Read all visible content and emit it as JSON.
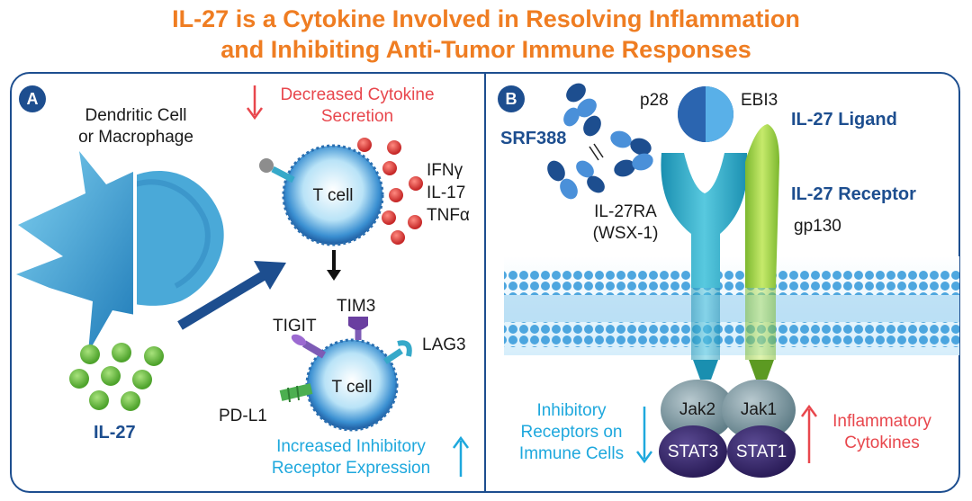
{
  "title": {
    "line1": "IL-27 is a Cytokine Involved in Resolving Inflammation",
    "line2": "and Inhibiting Anti-Tumor Immune Responses"
  },
  "panel_a": {
    "badge": "A",
    "cell_label_1": "Dendritic Cell",
    "cell_label_2": "or Macrophage",
    "il27_label": "IL-27",
    "decreased_1": "Decreased Cytokine",
    "decreased_2": "Secretion",
    "tcell_top": "T cell",
    "tcell_bottom": "T cell",
    "cytokines": [
      "IFNγ",
      "IL-17",
      "TNFα"
    ],
    "receptors": {
      "tigit": "TIGIT",
      "tim3": "TIM3",
      "lag3": "LAG3",
      "pdl1": "PD-L1"
    },
    "increased_1": "Increased Inhibitory",
    "increased_2": "Receptor Expression"
  },
  "panel_b": {
    "badge": "B",
    "antibody": "SRF388",
    "p28": "p28",
    "ebi3": "EBI3",
    "ligand": "IL-27 Ligand",
    "receptor": "IL-27 Receptor",
    "gp130": "gp130",
    "il27ra_1": "IL-27RA",
    "il27ra_2": "(WSX-1)",
    "jak2": "Jak2",
    "jak1": "Jak1",
    "stat3": "STAT3",
    "stat1": "STAT1",
    "inhibitory_1": "Inhibitory",
    "inhibitory_2": "Receptors on",
    "inhibitory_3": "Immune Cells",
    "inflammatory_1": "Inflammatory",
    "inflammatory_2": "Cytokines"
  },
  "colors": {
    "title": "#ef7d22",
    "frame": "#1d4e8f",
    "red": "#e8474d",
    "cyan": "#1ea8dd",
    "il27_dots": "#6cc04a",
    "stat": "#3b2a6e"
  }
}
